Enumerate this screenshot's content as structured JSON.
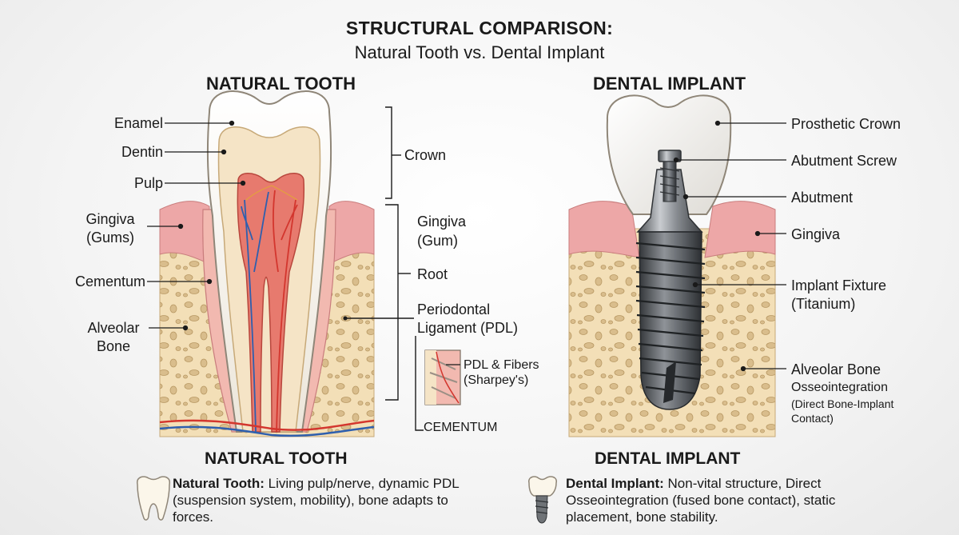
{
  "title": "STRUCTURAL COMPARISON:",
  "subtitle": "Natural Tooth vs. Dental Implant",
  "natural": {
    "heading": "NATURAL TOOTH",
    "labels_left": {
      "enamel": "Enamel",
      "dentin": "Dentin",
      "pulp": "Pulp",
      "gingiva_1": "Gingiva",
      "gingiva_2": "(Gums)",
      "cementum": "Cementum",
      "alveolar_1": "Alveolar",
      "alveolar_2": "Bone"
    },
    "labels_right": {
      "crown": "Crown",
      "gingiva_1": "Gingiva",
      "gingiva_2": "(Gum)",
      "root": "Root",
      "pdl_1": "Periodontal",
      "pdl_2": "Ligament (PDL)",
      "fibers_1": "PDL & Fibers",
      "fibers_2": "(Sharpey's)",
      "cementum": "CEMENTUM"
    },
    "footer_heading": "NATURAL TOOTH",
    "summary_bold": "Natural Tooth:",
    "summary_text": " Living pulp/nerve, dynamic PDL (suspension system, mobility), bone adapts to forces."
  },
  "implant": {
    "heading": "DENTAL IMPLANT",
    "labels": {
      "crown": "Prosthetic Crown",
      "screw": "Abutment Screw",
      "abutment": "Abutment",
      "gingiva": "Gingiva",
      "fixture_1": "Implant Fixture",
      "fixture_2": "(Titanium)",
      "bone": "Alveolar Bone",
      "osseo_1": "Osseointegration",
      "osseo_2": "(Direct Bone-Implant",
      "osseo_3": "Contact)"
    },
    "footer_heading": "DENTAL IMPLANT",
    "summary_bold": "Dental Implant:",
    "summary_text": " Non-vital structure, Direct Osseointegration (fused bone contact), static placement, bone stability."
  },
  "icons": {
    "natural": "tooth-icon",
    "implant": "implant-icon"
  },
  "colors": {
    "gum": "#eda7a7",
    "bone": "#f3dfb7",
    "enamel": "#f7f4ee",
    "dentin": "#f5e4c6",
    "pulp": "#e77a6e",
    "titanium": "#6f7377",
    "nerve_blue": "#2e5fae",
    "nerve_red": "#d3362e"
  }
}
